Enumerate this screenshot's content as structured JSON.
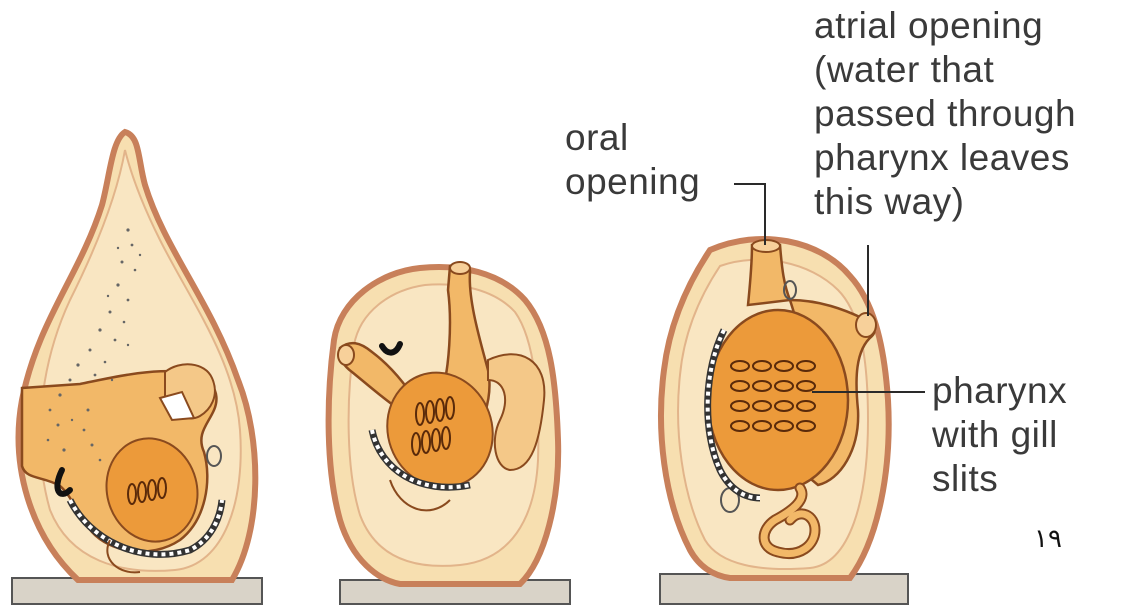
{
  "labels": {
    "atrial_opening": {
      "lines": [
        "atrial opening",
        "(water that",
        "passed through",
        "pharynx leaves",
        "this way)"
      ]
    },
    "oral_opening": {
      "lines": [
        "oral",
        "opening"
      ]
    },
    "pharynx": {
      "lines": [
        "pharynx",
        "with gill",
        "slits"
      ]
    }
  },
  "page_number": "١٩",
  "colors": {
    "tunic_fill": "#f7dfb0",
    "tunic_outline": "#c8805a",
    "body_fill": "#f2b868",
    "pharynx_fill": "#ec9a3a",
    "outline_dark": "#8a4a1e",
    "base_fill": "#d9d3c8",
    "label_text": "#3a3a3a"
  }
}
